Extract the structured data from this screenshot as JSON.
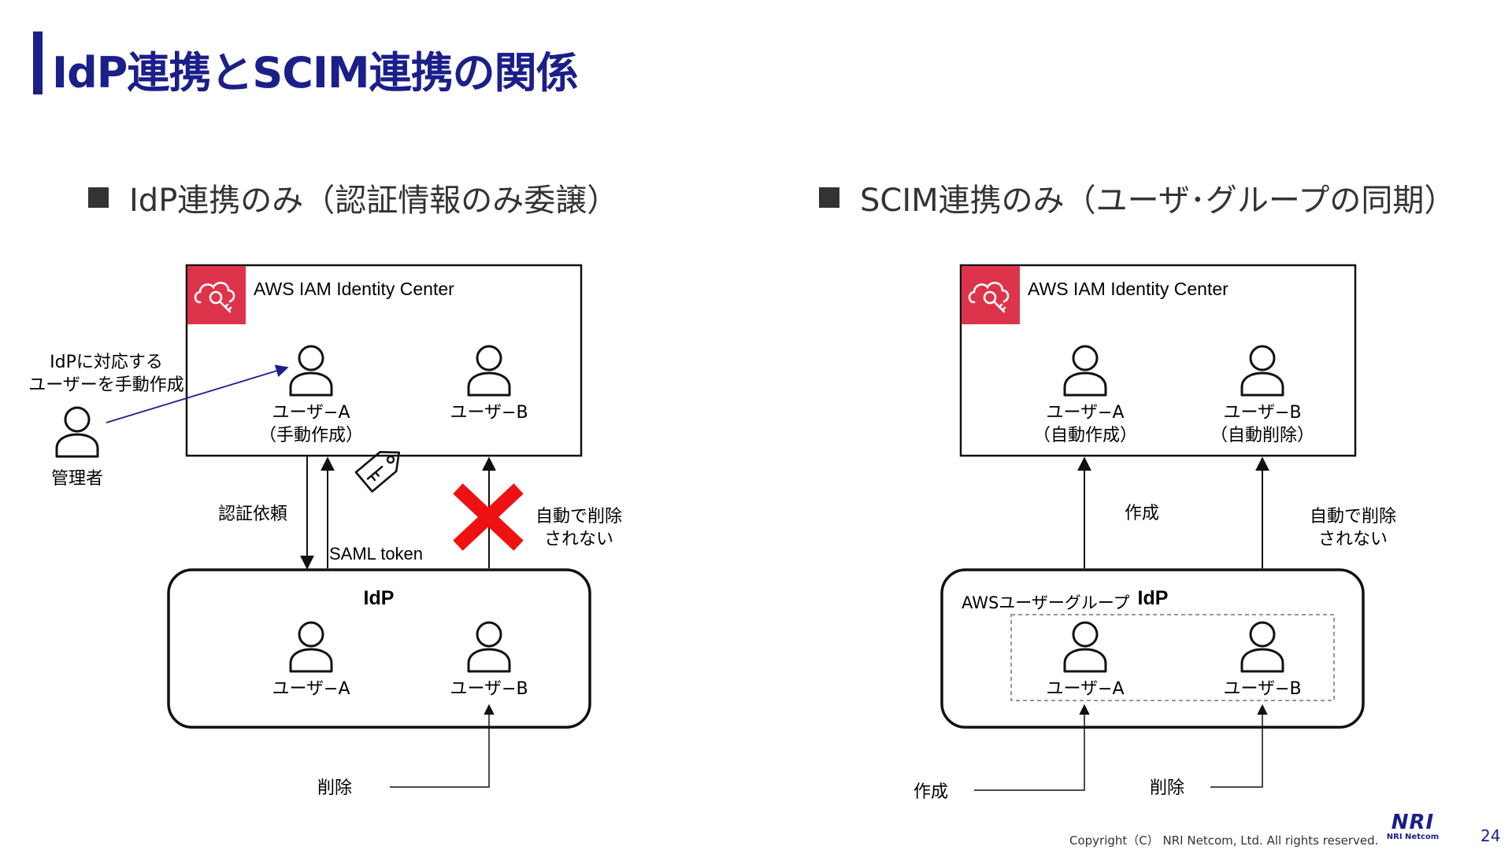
{
  "slide": {
    "title": "IdP連携とSCIM連携の関係",
    "page_number": "24",
    "copyright": "Copyright（C） NRI Netcom, Ltd. All rights reserved.",
    "logo": {
      "main": "NRI",
      "sub": "NRI Netcom",
      "color": "#1b1f8a"
    }
  },
  "left": {
    "heading": "IdP連携のみ（認証情報のみ委譲）",
    "center_label": "AWS IAM Identity Center",
    "user_a": "ユーザ−A",
    "user_a_note": "（手動作成）",
    "user_b": "ユーザ−B",
    "admin_note_1": "IdPに対応する",
    "admin_note_2": "ユーザーを手動作成",
    "admin_label": "管理者",
    "auth_request": "認証依頼",
    "saml_token": "SAML token",
    "no_delete_1": "自動で削除",
    "no_delete_2": "されない",
    "idp_label": "IdP",
    "idp_user_a": "ユーザ−A",
    "idp_user_b": "ユーザ−B",
    "delete_label": "削除"
  },
  "right": {
    "heading": "SCIM連携のみ（ユーザ･グループの同期）",
    "center_label": "AWS IAM Identity Center",
    "user_a": "ユーザ−A",
    "user_a_note": "（自動作成）",
    "user_b": "ユーザ−B",
    "user_b_note": "（自動削除）",
    "create_label": "作成",
    "no_delete_1": "自動で削除",
    "no_delete_2": "されない",
    "group_label": "AWSユーザーグループ",
    "idp_label": "IdP",
    "idp_user_a": "ユーザ−A",
    "idp_user_b": "ユーザ−B",
    "bottom_create": "作成",
    "bottom_delete": "削除"
  },
  "colors": {
    "title": "#1b1f8a",
    "aws_icon_bg": "#dd344c",
    "cross": "#ee1111",
    "arrow_admin": "#1b1f8a"
  },
  "icons": [
    "cloud-key-icon",
    "user-icon",
    "key-tag-icon",
    "cross-icon"
  ]
}
